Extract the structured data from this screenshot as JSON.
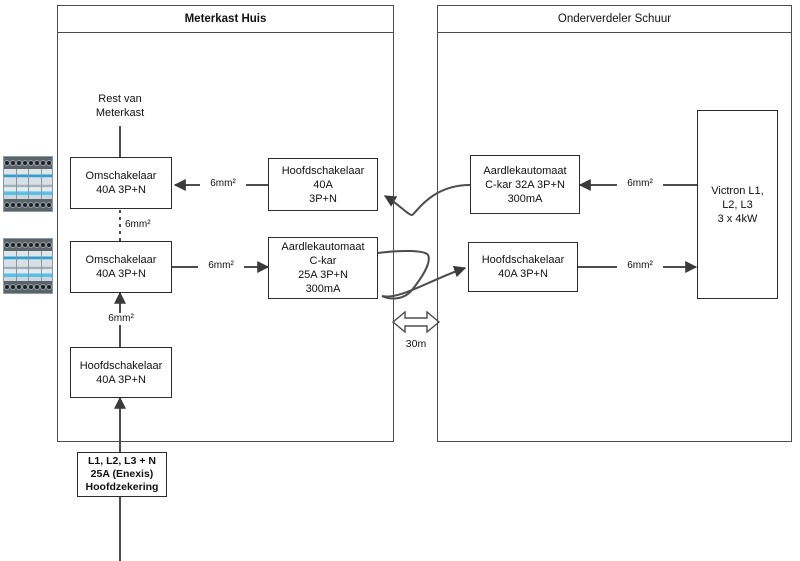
{
  "diagram": {
    "title_left": "Meterkast Huis",
    "title_right": "Onderverdeler Schuur"
  },
  "panels": [
    {
      "id": "meterkast",
      "label": "Meterkast Huis"
    },
    {
      "id": "onderverdeler",
      "label": "Onderverdeler Schuur"
    }
  ],
  "left_panel": {
    "rest_label": "Rest van\nMeterkast",
    "omschakelaar_top": "Omschakelaar\n40A 3P+N",
    "omschakelaar_bottom": "Omschakelaar\n40A 3P+N",
    "hoofdschakelaar": "Hoofdschakelaar\n40A 3P+N",
    "hoofdschakelaar_mid": "Hoofdschakelaar 40A\n3P+N",
    "aardlekautomaat": "Aardlekautomaat\nC-kar\n25A 3P+N\n300mA",
    "wire_between_omschakelaars": "6mm²",
    "wire_hoofdschakelaar_to_omschakelaar": "6mm²",
    "wire_hoofdschakelaar_to_omschakelaar_top": "6mm²",
    "wire_omschakelaar_to_aardlek": "6mm²"
  },
  "right_panel": {
    "aardlekautomaat": "Aardlekautomaat\nC-kar 32A 3P+N\n300mA",
    "hoofdschakelaar": "Hoofdschakelaar\n40A 3P+N",
    "victron": "Victron L1,\nL2, L3\n3 x 4kW",
    "wire_victron_to_aardlek": "6mm²",
    "wire_hoofdschakelaar_to_victron": "6mm²"
  },
  "supply": {
    "main_fuse": "L1, L2, L3 + N\n25A (Enexis)\nHoofdzekering"
  },
  "distance": {
    "label": "30m"
  },
  "devices": [
    {
      "name": "omschakelaar-photo-top"
    },
    {
      "name": "omschakelaar-photo-bottom"
    }
  ],
  "colors": {
    "line": "#4d4d4d",
    "box_border": "#2b2b2b",
    "text": "#111111",
    "background": "#ffffff"
  }
}
